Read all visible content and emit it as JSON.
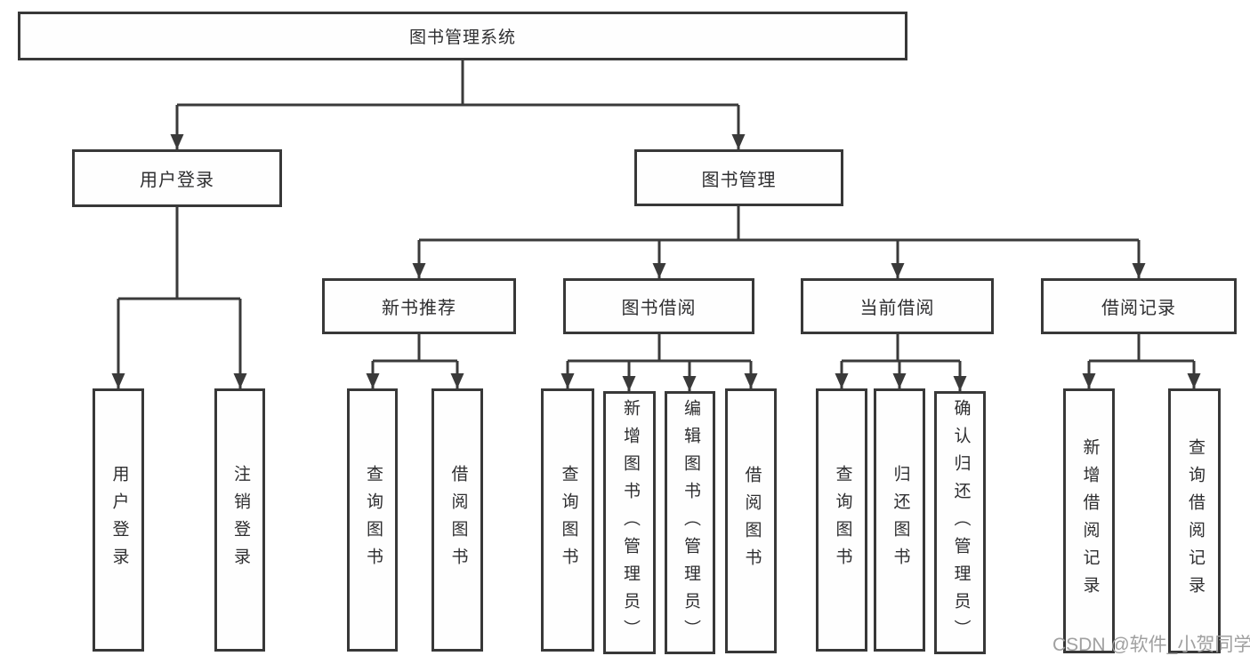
{
  "diagram": {
    "root": {
      "label": "图书管理系统"
    },
    "level2": [
      {
        "label": "用户登录"
      },
      {
        "label": "图书管理"
      }
    ],
    "level3": [
      {
        "label": "新书推荐",
        "parent": "图书管理"
      },
      {
        "label": "图书借阅",
        "parent": "图书管理"
      },
      {
        "label": "当前借阅",
        "parent": "图书管理"
      },
      {
        "label": "借阅记录",
        "parent": "图书管理"
      }
    ],
    "leaves": [
      {
        "label": "用户登录",
        "parent": "用户登录"
      },
      {
        "label": "注销登录",
        "parent": "用户登录"
      },
      {
        "label": "查询图书",
        "parent": "新书推荐"
      },
      {
        "label": "借阅图书",
        "parent": "新书推荐"
      },
      {
        "label": "查询图书",
        "parent": "图书借阅"
      },
      {
        "label": "新增图书（管理员）",
        "parent": "图书借阅"
      },
      {
        "label": "编辑图书（管理员）",
        "parent": "图书借阅"
      },
      {
        "label": "借阅图书",
        "parent": "图书借阅"
      },
      {
        "label": "查询图书",
        "parent": "当前借阅"
      },
      {
        "label": "归还图书",
        "parent": "当前借阅"
      },
      {
        "label": "确认归还（管理员）",
        "parent": "当前借阅"
      },
      {
        "label": "新增借阅记录",
        "parent": "借阅记录"
      },
      {
        "label": "查询借阅记录",
        "parent": "借阅记录"
      }
    ]
  },
  "watermark": {
    "text": "CSDN @软件_小贺同学"
  },
  "colors": {
    "line": "#3a3a3a",
    "box_border": "#383838",
    "text": "#2e2e30",
    "background": "#ffffff",
    "watermark": "#a0a0a0"
  }
}
